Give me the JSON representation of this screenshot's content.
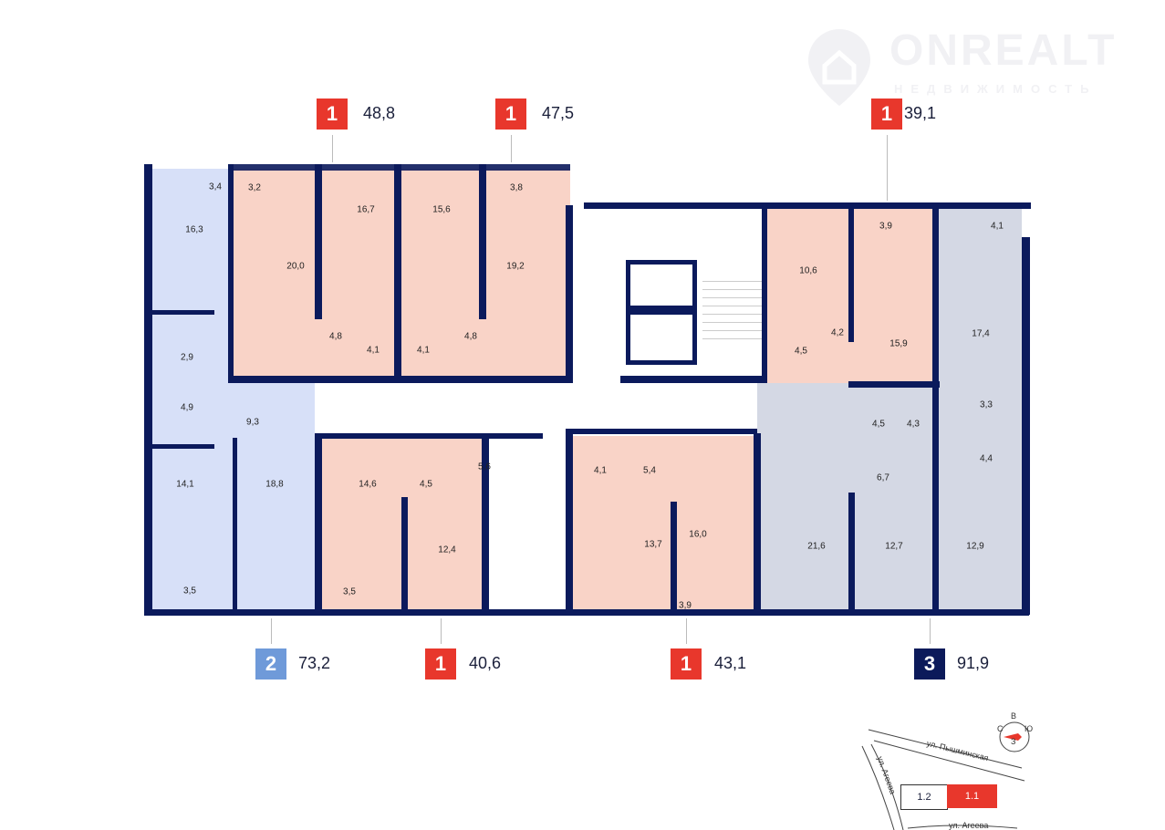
{
  "watermark": {
    "brand": "ONREALT",
    "tagline": "НЕДВИЖИМОСТЬ"
  },
  "colors": {
    "one_room": "#f9d3c7",
    "two_room": "#d7e0f8",
    "three_room": "#d4d8e4",
    "walls": "#0b1a5c",
    "badge_red": "#e8372c",
    "badge_blue": "#6f9ad9",
    "badge_dark": "#0c1a5a"
  },
  "apartments": [
    {
      "rooms": "1",
      "area": "48,8"
    },
    {
      "rooms": "1",
      "area": "47,5"
    },
    {
      "rooms": "1",
      "area": "39,1"
    },
    {
      "rooms": "2",
      "area": "73,2"
    },
    {
      "rooms": "1",
      "area": "40,6"
    },
    {
      "rooms": "1",
      "area": "43,1"
    },
    {
      "rooms": "3",
      "area": "91,9"
    }
  ],
  "room_areas": [
    "3,4",
    "16,3",
    "2,9",
    "4,9",
    "9,3",
    "14,1",
    "18,8",
    "3,5",
    "3,2",
    "20,0",
    "4,8",
    "4,1",
    "16,7",
    "15,6",
    "4,1",
    "4,8",
    "19,2",
    "3,8",
    "14,6",
    "4,5",
    "5,6",
    "3,5",
    "12,4",
    "10,6",
    "4,5",
    "4,2",
    "3,9",
    "15,9",
    "4,1",
    "17,4",
    "3,3",
    "4,4",
    "4,5",
    "4,3",
    "6,7",
    "21,6",
    "12,7",
    "12,9",
    "4,1",
    "5,4",
    "13,7",
    "16,0",
    "3,9"
  ],
  "site_map": {
    "compass": {
      "n": "С",
      "e": "В",
      "s": "Ю",
      "w": "З"
    },
    "streets": [
      "ул. Пышминская",
      "ул. Агеева",
      "ул. Агеева"
    ],
    "blocks": [
      "1.2",
      "1.1"
    ]
  }
}
